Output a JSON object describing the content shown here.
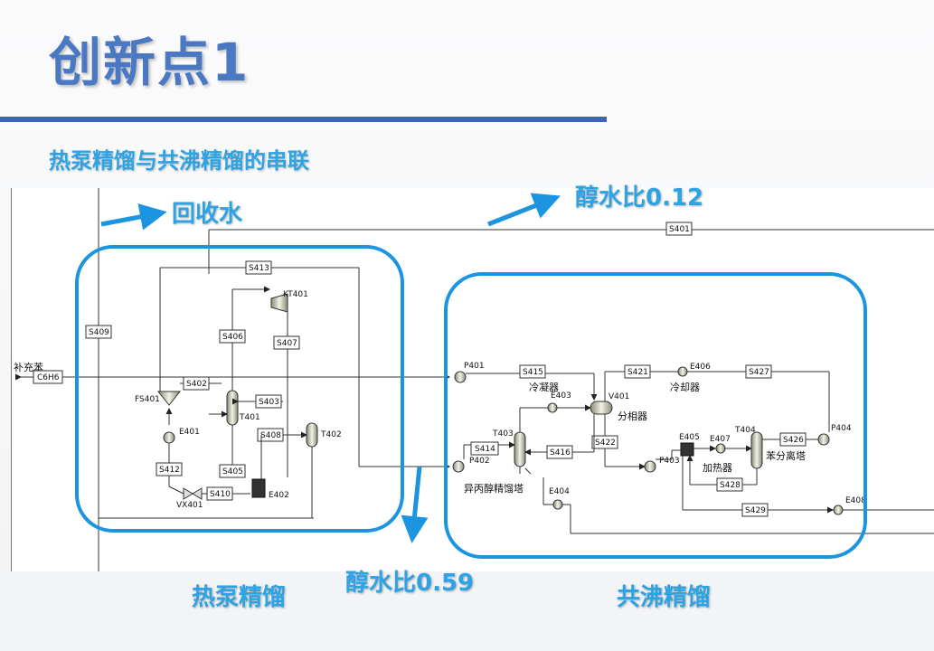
{
  "slide": {
    "title": "创新点1",
    "subtitle": "热泵精馏与共沸精馏的串联",
    "accent_color": "#2ea3e3",
    "title_color": "#4a78c3"
  },
  "annotations": {
    "recycle_water": "回收水",
    "ratio_top": "醇水比0.12",
    "ratio_bottom": "醇水比0.59",
    "heat_pump_label": "热泵精馏",
    "azeotropic_label": "共沸精馏"
  },
  "diagram": {
    "makeup": "补充苯",
    "streams": {
      "c6h6": "C6H6",
      "s401": "S401",
      "s402": "S402",
      "s403": "S403",
      "s405": "S405",
      "s406": "S406",
      "s407": "S407",
      "s408": "S408",
      "s409": "S409",
      "s410": "S410",
      "s412": "S412",
      "s413": "S413",
      "s414": "S414",
      "s415": "S415",
      "s416": "S416",
      "s421": "S421",
      "s422": "S422",
      "s426": "S426",
      "s427": "S427",
      "s428": "S428",
      "s429": "S429"
    },
    "units": {
      "kt401": "KT401",
      "fs401": "FS401",
      "e401": "E401",
      "t401": "T401",
      "t402": "T402",
      "e402": "E402",
      "vx401": "VX401",
      "p401": "P401",
      "p402": "P402",
      "t403": "T403",
      "e403": "E403",
      "v401": "V401",
      "e404": "E404",
      "e405": "E405",
      "e406": "E406",
      "e407": "E407",
      "e408": "E408",
      "t404": "T404",
      "p403": "P403",
      "p404": "P404"
    },
    "captions": {
      "condenser": "冷凝器",
      "phase_separator": "分相器",
      "cooler": "冷却器",
      "heater": "加热器",
      "benzene_tower": "苯分离塔",
      "ipa_tower": "异丙醇精馏塔"
    }
  }
}
